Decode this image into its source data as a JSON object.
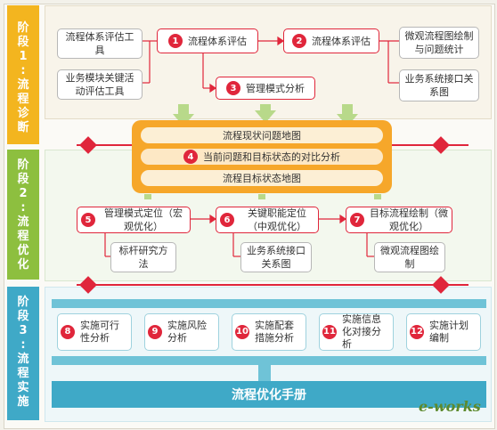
{
  "phases": [
    {
      "chars": [
        "阶",
        "段",
        "1",
        ":",
        "流",
        "程",
        "诊",
        "断"
      ]
    },
    {
      "chars": [
        "阶",
        "段",
        "2",
        ":",
        "流",
        "程",
        "优",
        "化"
      ]
    },
    {
      "chars": [
        "阶",
        "段",
        "3",
        ":",
        "流",
        "程",
        "实",
        "施"
      ]
    }
  ],
  "stage1": {
    "tool1": "流程体系评估工具",
    "tool2": "业务模块关键活动评估工具",
    "step1": {
      "num": "1",
      "label": "流程体系评估"
    },
    "step2": {
      "num": "2",
      "label": "流程体系评估"
    },
    "step3": {
      "num": "3",
      "label": "管理模式分析"
    },
    "out1": "微观流程图绘制与问题统计",
    "out2": "业务系统接口关系图"
  },
  "center": {
    "row1": "流程现状问题地图",
    "step4": {
      "num": "4",
      "label": "当前问题和目标状态的对比分析"
    },
    "row3": "流程目标状态地图"
  },
  "stage2": {
    "step5": {
      "num": "5",
      "label": "管理模式定位（宏观优化）"
    },
    "step6": {
      "num": "6",
      "label": "关键职能定位（中观优化）"
    },
    "step7": {
      "num": "7",
      "label": "目标流程绘制（微观优化）"
    },
    "sub5": "标杆研究方法",
    "sub6": "业务系统接口关系图",
    "sub7": "微观流程图绘制"
  },
  "stage3": {
    "steps": [
      {
        "num": "8",
        "label": "实施可行性分析"
      },
      {
        "num": "9",
        "label": "实施风险分析"
      },
      {
        "num": "10",
        "label": "实施配套措施分析"
      },
      {
        "num": "11",
        "label": "实施信息化对接分析"
      },
      {
        "num": "12",
        "label": "实施计划编制"
      }
    ],
    "manual": "流程优化手册"
  },
  "watermark": "e-works",
  "colors": {
    "phase1": "#f3b51f",
    "phase2": "#8dbf3f",
    "phase3": "#3fa9c7",
    "accent": "#e0263b",
    "center": "#f6a72a"
  }
}
